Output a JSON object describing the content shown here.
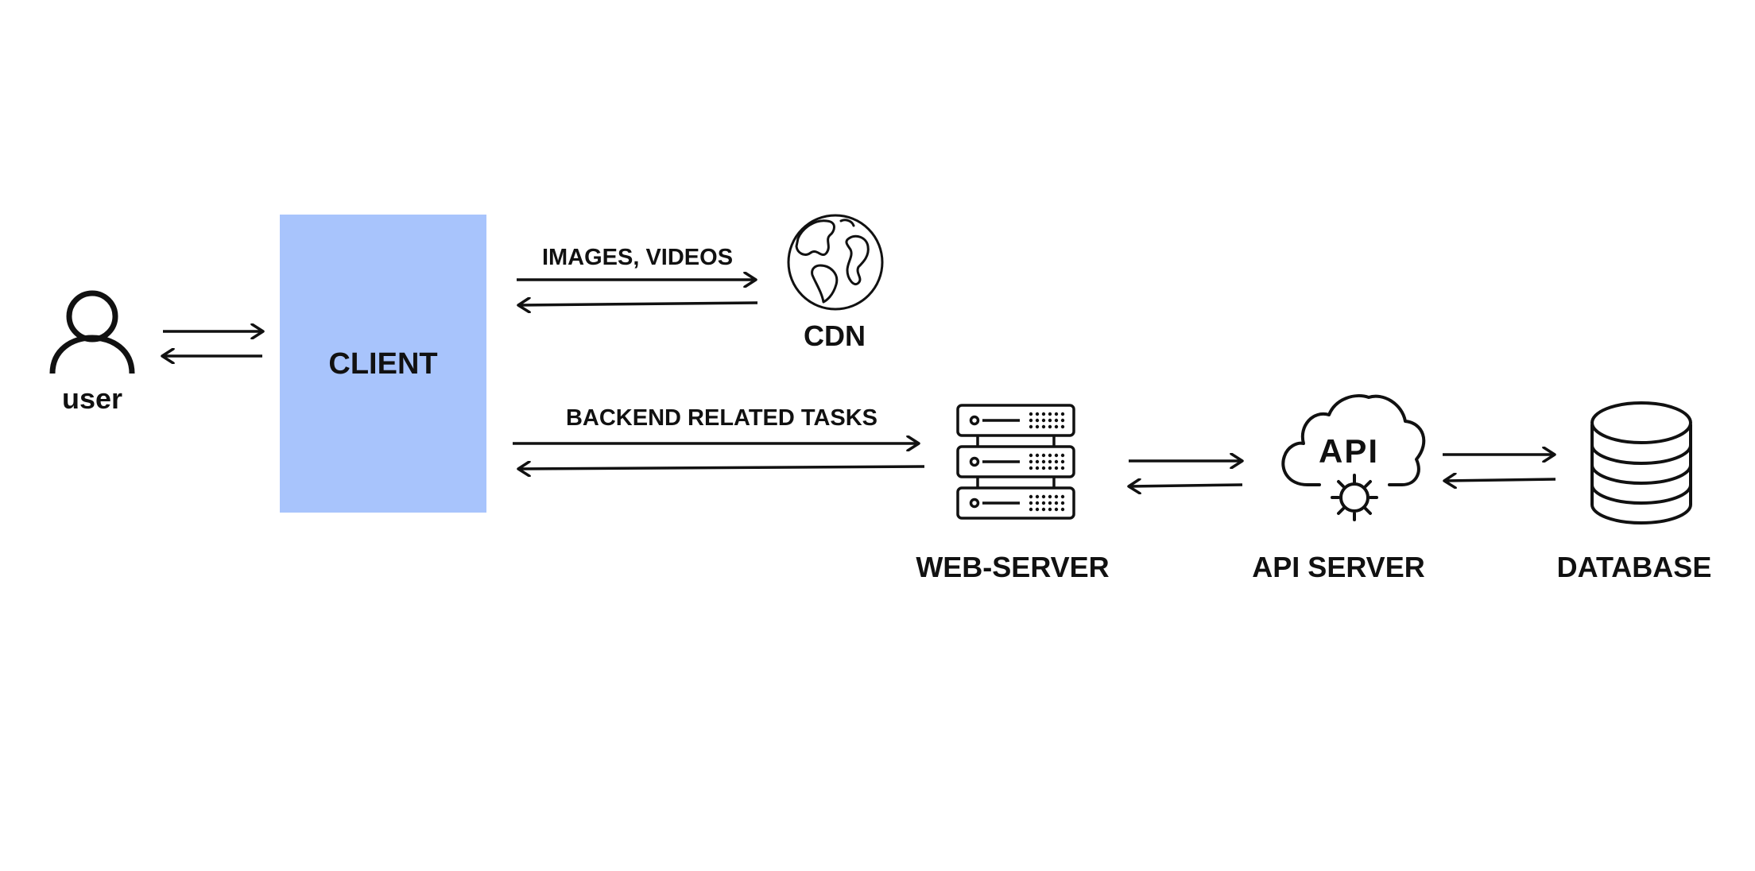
{
  "nodes": {
    "user": {
      "label": "user",
      "icon": "user-icon"
    },
    "client": {
      "label": "CLIENT"
    },
    "cdn": {
      "label": "CDN",
      "icon": "globe-icon"
    },
    "web_server": {
      "label": "WEB-SERVER",
      "icon": "server-rack-icon"
    },
    "api_server": {
      "label": "API SERVER",
      "icon": "api-cloud-gear-icon",
      "icon_text": "API"
    },
    "database": {
      "label": "DATABASE",
      "icon": "database-icon"
    }
  },
  "edges": {
    "client_cdn": {
      "label": "IMAGES, VIDEOS"
    },
    "client_web": {
      "label": "BACKEND RELATED TASKS"
    }
  },
  "colors": {
    "client_fill": "#a8c4fc",
    "stroke": "#111111",
    "background": "#ffffff"
  }
}
